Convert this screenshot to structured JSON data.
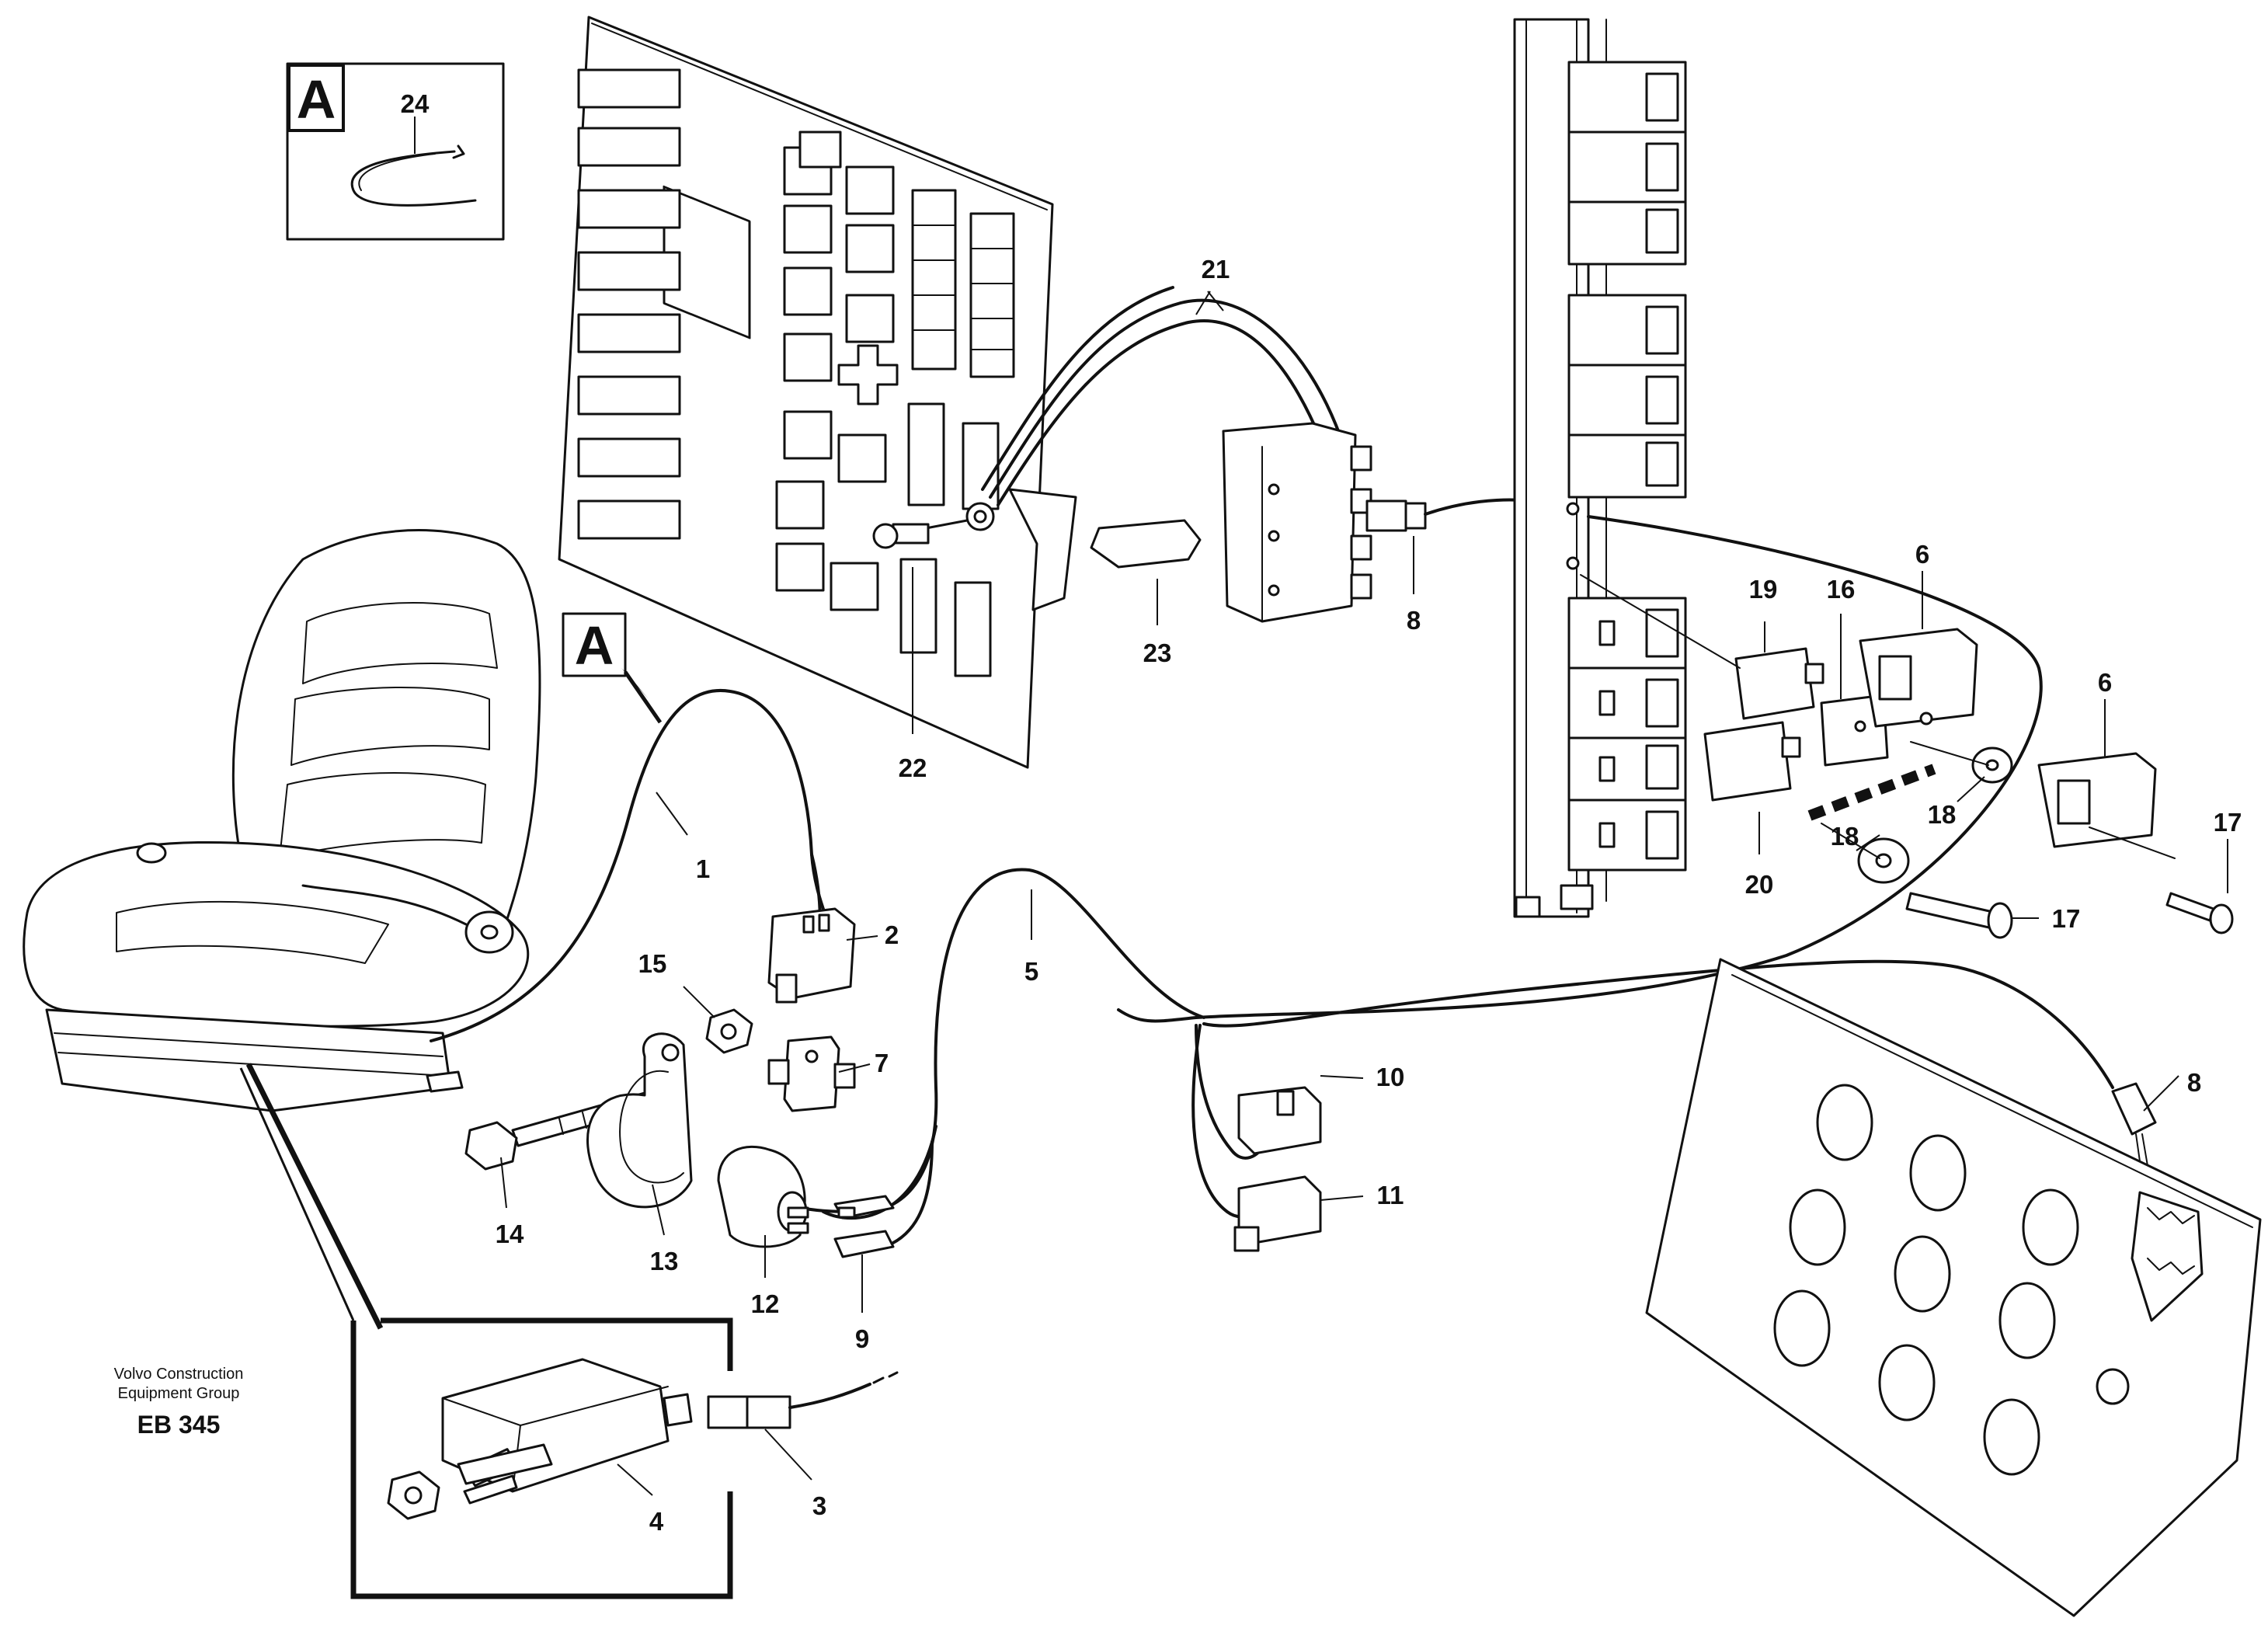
{
  "callout_A_letter": "A",
  "credit_line1": "Volvo Construction",
  "credit_line2": "Equipment Group",
  "drawing_code": "EB 345",
  "labels": {
    "p1": "1",
    "p2": "2",
    "p3": "3",
    "p4": "4",
    "p5": "5",
    "p6a": "6",
    "p6b": "6",
    "p7": "7",
    "p8a": "8",
    "p8b": "8",
    "p9": "9",
    "p10": "10",
    "p11": "11",
    "p12": "12",
    "p13": "13",
    "p14": "14",
    "p15": "15",
    "p16": "16",
    "p17a": "17",
    "p17b": "17",
    "p18a": "18",
    "p18b": "18",
    "p19": "19",
    "p20": "20",
    "p21": "21",
    "p22": "22",
    "p23": "23",
    "p24": "24"
  }
}
